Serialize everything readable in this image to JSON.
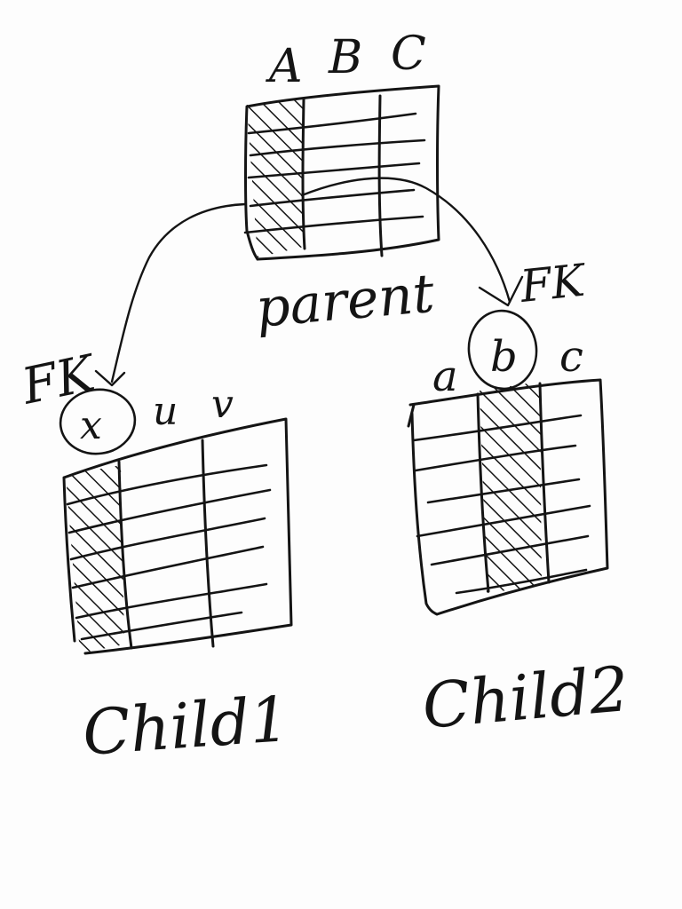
{
  "colors": {
    "ink": "#141414",
    "paper": "#fdfdfd"
  },
  "parent": {
    "label": "parent",
    "columns": [
      "A",
      "B",
      "C"
    ]
  },
  "child1": {
    "label": "Child1",
    "columns": [
      "x",
      "u",
      "v"
    ],
    "fk_label": "FK"
  },
  "child2": {
    "label": "Child2",
    "columns": [
      "a",
      "b",
      "c"
    ],
    "fk_label": "FK"
  }
}
